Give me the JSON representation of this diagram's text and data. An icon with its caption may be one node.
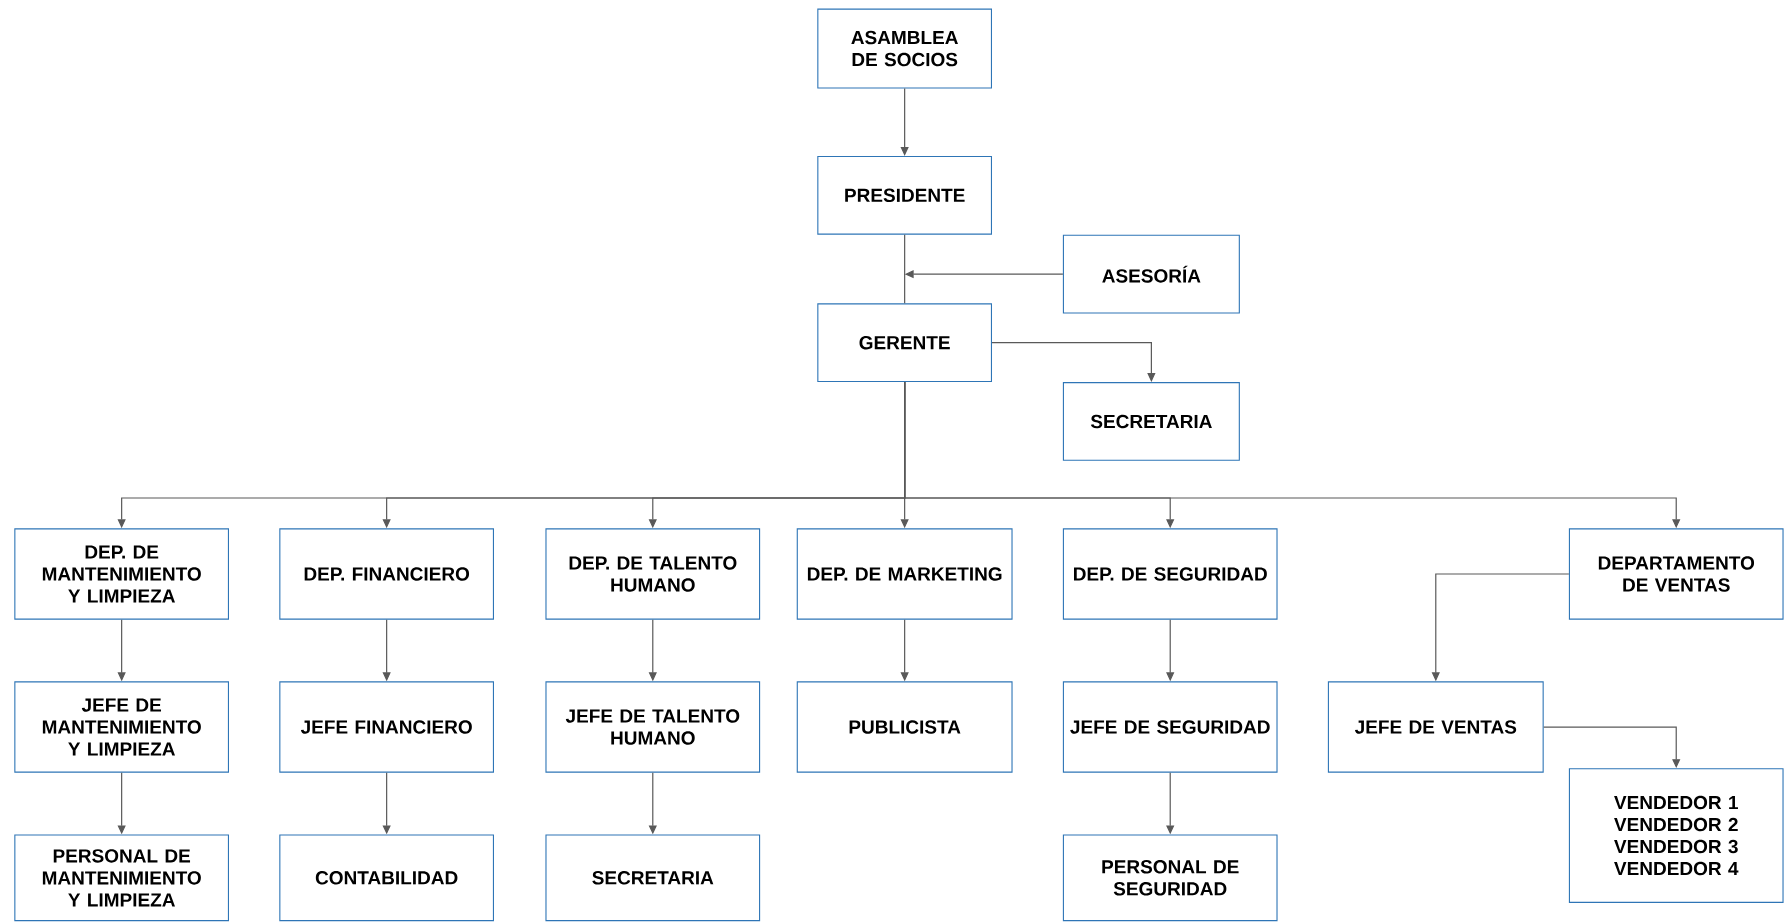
{
  "diagram": {
    "nodes": [
      {
        "text": [
          "ASAMBLEA DE SOCIOS"
        ]
      },
      {
        "text": [
          "PRESIDENTE"
        ]
      },
      {
        "text": [
          "ASESORÍA"
        ]
      },
      {
        "text": [
          "GERENTE"
        ]
      },
      {
        "text": [
          "SECRETARIA"
        ]
      },
      {
        "text": [
          "DEP. DE MANTENIMIENTO Y LIMPIEZA"
        ]
      },
      {
        "text": [
          "DEP. FINANCIERO"
        ]
      },
      {
        "text": [
          "DEP. DE TALENTO HUMANO"
        ]
      },
      {
        "text": [
          "DEP. DE MARKETING"
        ]
      },
      {
        "text": [
          "DEP. DE SEGURIDAD"
        ]
      },
      {
        "text": [
          "DEPARTAMENTO DE VENTAS"
        ]
      },
      {
        "text": [
          "JEFE DE MANTENIMIENTO Y LIMPIEZA"
        ]
      },
      {
        "text": [
          "JEFE FINANCIERO"
        ]
      },
      {
        "text": [
          "JEFE DE TALENTO HUMANO"
        ]
      },
      {
        "text": [
          "PUBLICISTA"
        ]
      },
      {
        "text": [
          "JEFE DE SEGURIDAD"
        ]
      },
      {
        "text": [
          "JEFE DE VENTAS"
        ]
      },
      {
        "text": [
          "PERSONAL DE MANTENIMIENTO Y LIMPIEZA"
        ]
      },
      {
        "text": [
          "CONTABILIDAD"
        ]
      },
      {
        "text": [
          "SECRETARIA"
        ]
      },
      {
        "text": [
          "PERSONAL DE SEGURIDAD"
        ]
      },
      {
        "text": [
          "VENDEDOR 1",
          "VENDEDOR 2",
          "VENDEDOR 3",
          "VENDEDOR 4"
        ]
      }
    ],
    "edges": [
      {
        "from": 0,
        "to": 1,
        "arrow": "to"
      },
      {
        "from": 1,
        "to": 3,
        "arrow": "none"
      },
      {
        "from": 2,
        "to": 3,
        "arrow": "to"
      },
      {
        "from": 3,
        "to": 4,
        "arrow": "to"
      },
      {
        "from": 3,
        "to": 5,
        "arrow": "to"
      },
      {
        "from": 3,
        "to": 6,
        "arrow": "to"
      },
      {
        "from": 3,
        "to": 7,
        "arrow": "to"
      },
      {
        "from": 3,
        "to": 8,
        "arrow": "to"
      },
      {
        "from": 3,
        "to": 9,
        "arrow": "to"
      },
      {
        "from": 3,
        "to": 10,
        "arrow": "to"
      },
      {
        "from": 5,
        "to": 11,
        "arrow": "to"
      },
      {
        "from": 11,
        "to": 17,
        "arrow": "to"
      },
      {
        "from": 6,
        "to": 12,
        "arrow": "to"
      },
      {
        "from": 12,
        "to": 18,
        "arrow": "to"
      },
      {
        "from": 7,
        "to": 13,
        "arrow": "to"
      },
      {
        "from": 13,
        "to": 19,
        "arrow": "to"
      },
      {
        "from": 8,
        "to": 14,
        "arrow": "to"
      },
      {
        "from": 9,
        "to": 15,
        "arrow": "to"
      },
      {
        "from": 15,
        "to": 20,
        "arrow": "to"
      },
      {
        "from": 10,
        "to": 16,
        "arrow": "to"
      },
      {
        "from": 16,
        "to": 21,
        "arrow": "to"
      }
    ]
  }
}
